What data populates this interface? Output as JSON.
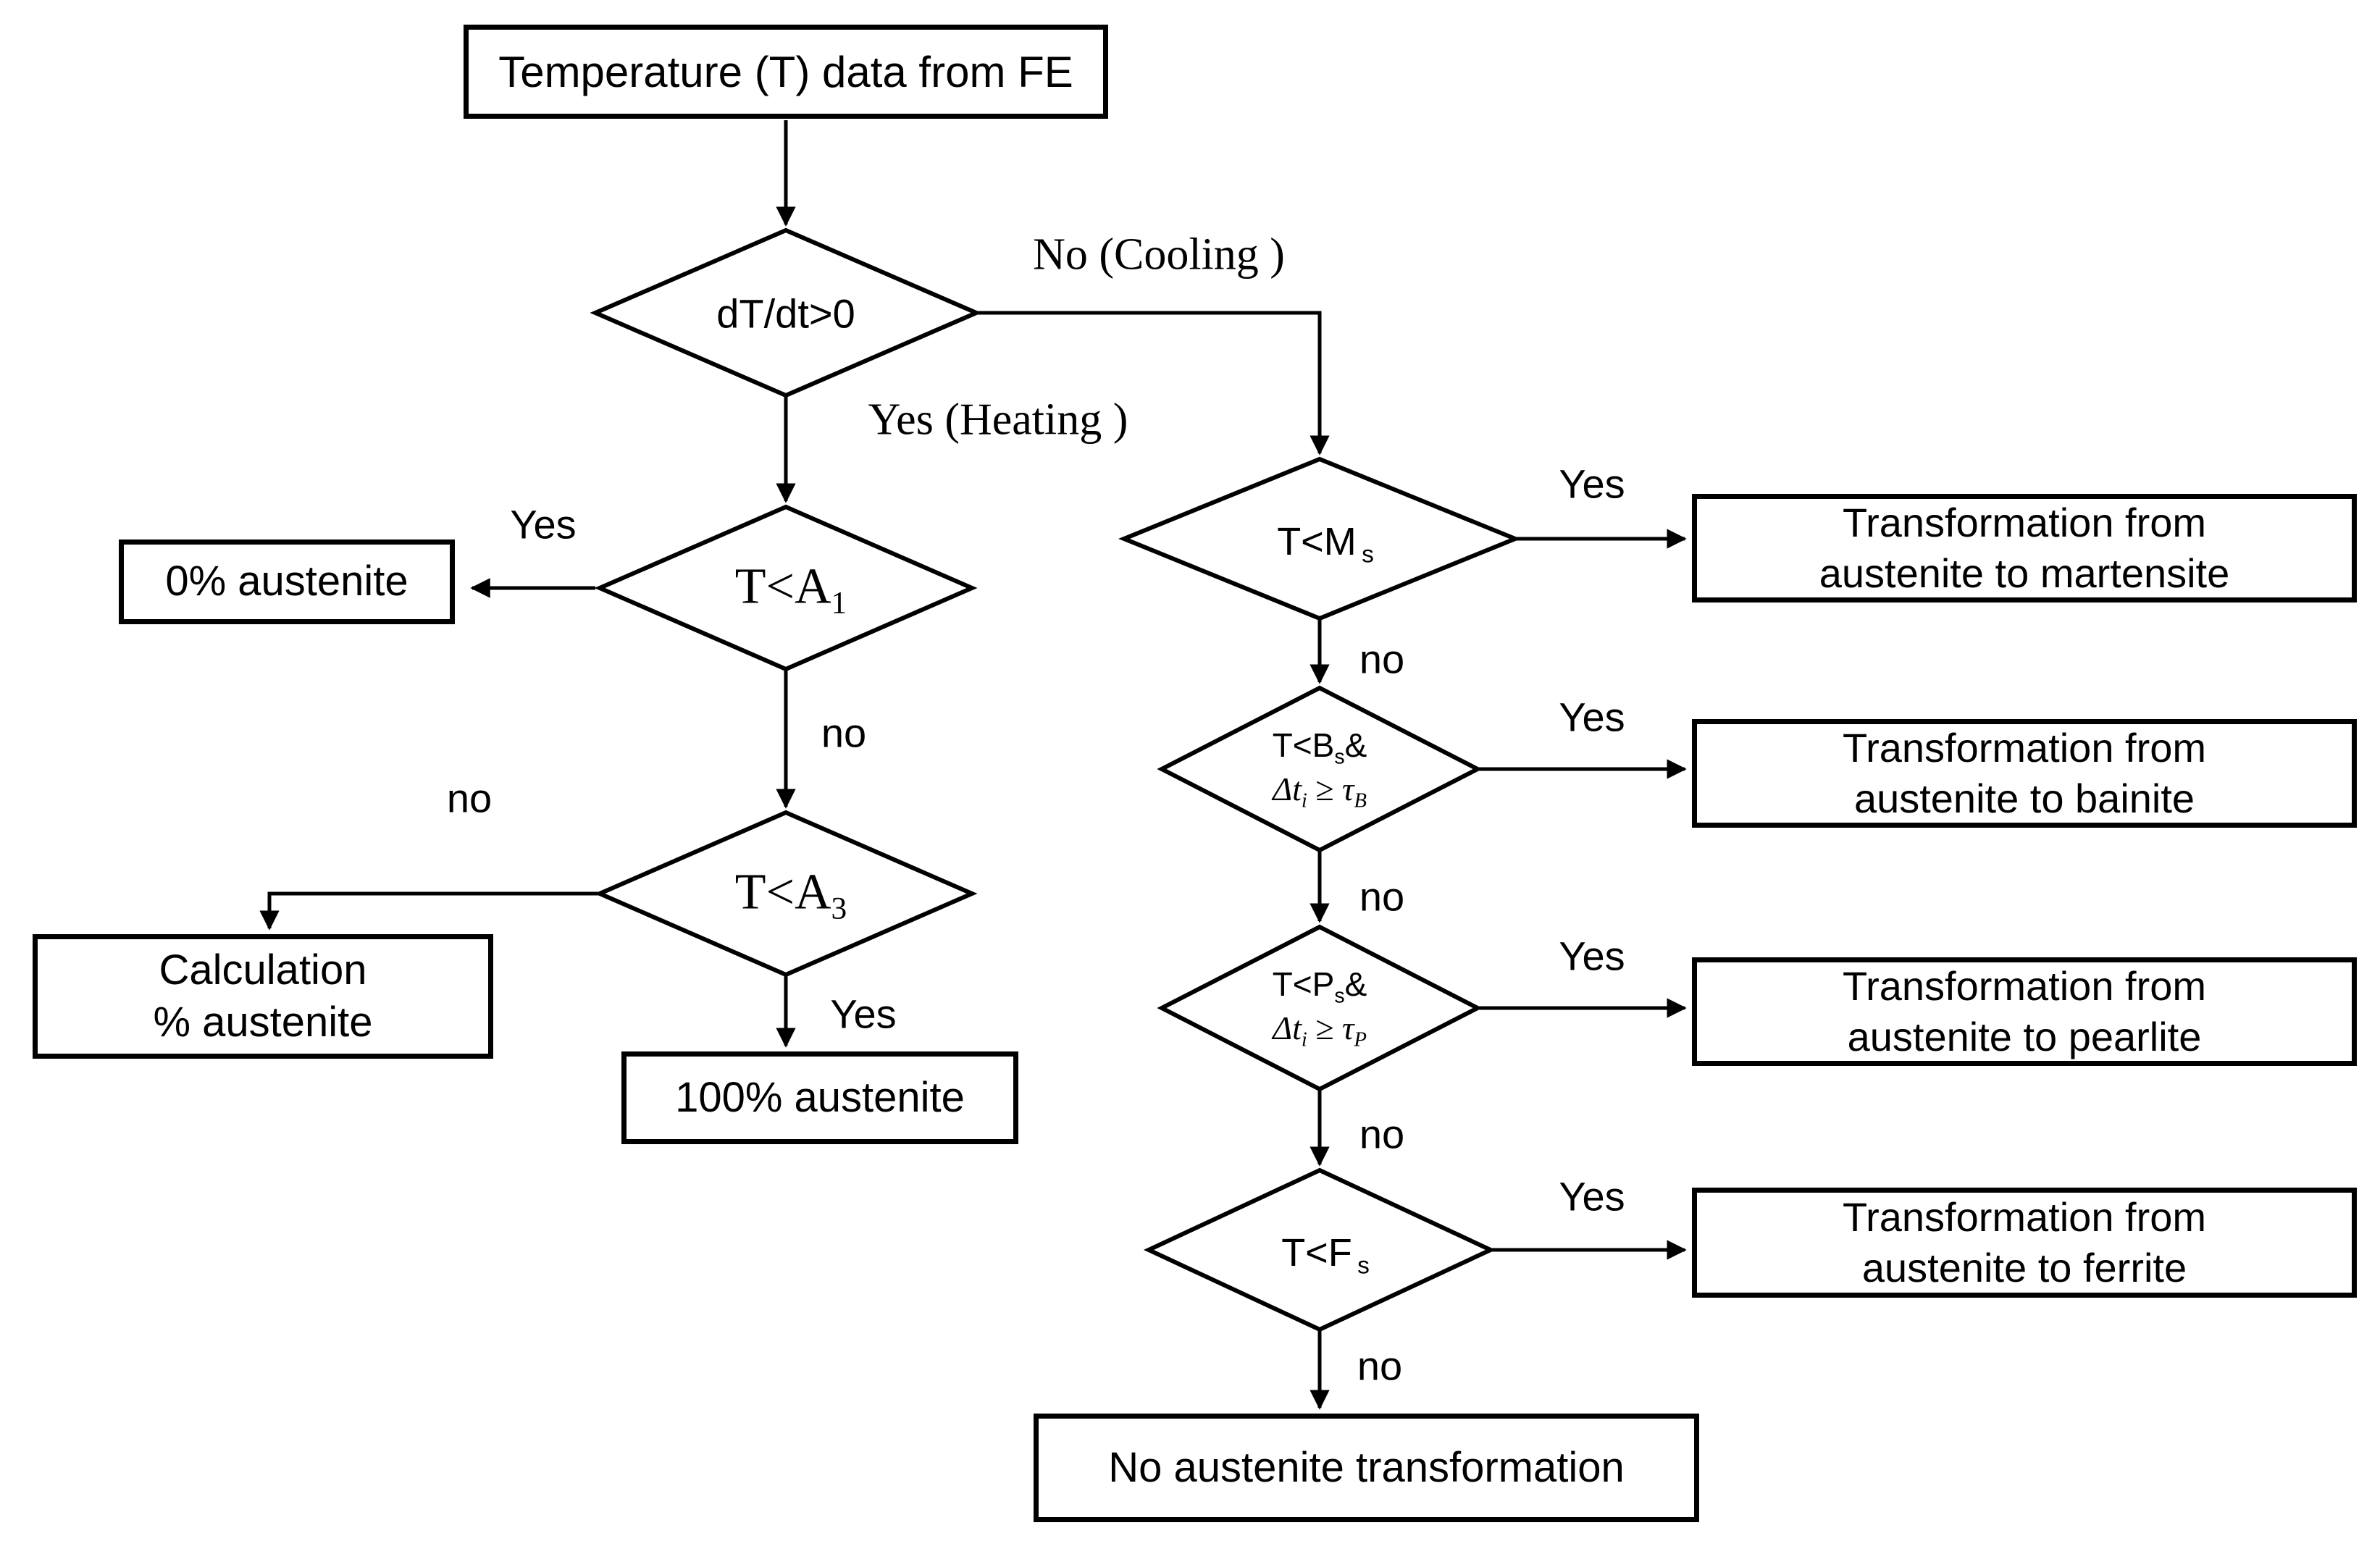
{
  "colors": {
    "ink": "#000000",
    "background": "#ffffff"
  },
  "nodes": {
    "source": {
      "label": "Temperature (T) data from FE"
    },
    "dtdt": {
      "label": "dT/dt>0"
    },
    "a1": {
      "main": "T<A",
      "sub": "1"
    },
    "zero": {
      "label": "0% austenite"
    },
    "a3": {
      "main": "T<A",
      "sub": "3"
    },
    "calc": {
      "line1": "Calculation",
      "line2": "% austenite"
    },
    "hundred": {
      "label": "100% austenite"
    },
    "ms": {
      "main": "T<M",
      "sub": "s"
    },
    "bs": {
      "cond_main": "T<B",
      "cond_sub": "s",
      "cond_tail": "&",
      "time_pre": "Δt",
      "time_sub": "i",
      "time_mid": " ≥ τ",
      "time_sub2": "B"
    },
    "ps": {
      "cond_main": "T<P",
      "cond_sub": "s",
      "cond_tail": "&",
      "time_pre": "Δt",
      "time_sub": "i",
      "time_mid": " ≥ τ",
      "time_sub2": "P"
    },
    "fs": {
      "main": "T<F",
      "sub": "s"
    },
    "martensite": {
      "line1": "Transformation from",
      "line2": "austenite to martensite"
    },
    "bainite": {
      "line1": "Transformation from",
      "line2": "austenite to bainite"
    },
    "pearlite": {
      "line1": "Transformation from",
      "line2": "austenite to pearlite"
    },
    "ferrite": {
      "line1": "Transformation from",
      "line2": "austenite to ferrite"
    },
    "none": {
      "label": "No austenite transformation"
    }
  },
  "edge_labels": {
    "cooling": "No (Cooling )",
    "heating": "Yes (Heating )",
    "a1_yes": "Yes",
    "a1_no": "no",
    "a3_no": "no",
    "a3_yes": "Yes",
    "ms_yes": "Yes",
    "ms_no": "no",
    "bs_yes": "Yes",
    "bs_no": "no",
    "ps_yes": "Yes",
    "ps_no": "no",
    "fs_yes": "Yes",
    "fs_no": "no"
  }
}
